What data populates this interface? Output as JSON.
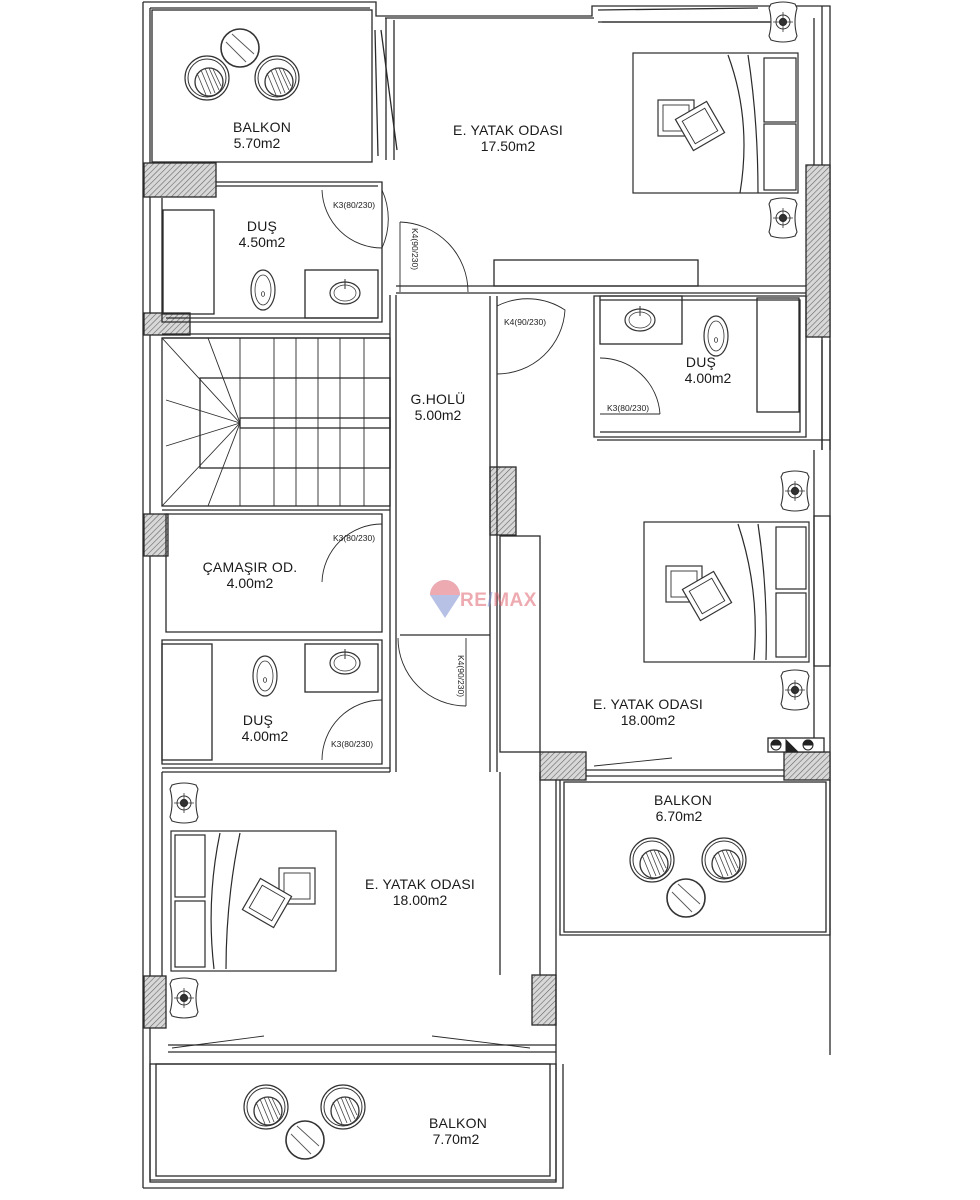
{
  "plan": {
    "type": "floor-plan",
    "line_color": "#2a2a2a",
    "hatch_color": "#555555",
    "background": "#ffffff"
  },
  "rooms": [
    {
      "id": "balkon-top",
      "name": "BALKON",
      "area": "5.70m2"
    },
    {
      "id": "bedroom-top",
      "name": "E. YATAK ODASI",
      "area": "17.50m2"
    },
    {
      "id": "dus-top",
      "name": "DUŞ",
      "area": "4.50m2"
    },
    {
      "id": "dus-right",
      "name": "DUŞ",
      "area": "4.00m2"
    },
    {
      "id": "hall",
      "name": "G.HOLÜ",
      "area": "5.00m2"
    },
    {
      "id": "laundry",
      "name": "ÇAMAŞIR OD.",
      "area": "4.00m2"
    },
    {
      "id": "dus-left",
      "name": "DUŞ",
      "area": "4.00m2"
    },
    {
      "id": "bedroom-right",
      "name": "E. YATAK ODASI",
      "area": "18.00m2"
    },
    {
      "id": "balkon-right",
      "name": "BALKON",
      "area": "6.70m2"
    },
    {
      "id": "bedroom-bottom",
      "name": "E. YATAK ODASI",
      "area": "18.00m2"
    },
    {
      "id": "balkon-bottom",
      "name": "BALKON",
      "area": "7.70m2"
    }
  ],
  "doors": [
    {
      "id": "door-dus-top",
      "label": "K3(80/230)"
    },
    {
      "id": "door-bedroom-top",
      "label": "K4(90/230)"
    },
    {
      "id": "door-bedroom-right",
      "label": "K4(90/230)"
    },
    {
      "id": "door-dus-right",
      "label": "K3(80/230)"
    },
    {
      "id": "door-laundry",
      "label": "K3(80/230)"
    },
    {
      "id": "door-dus-left",
      "label": "K3(80/230)"
    },
    {
      "id": "door-bedroom-bottom",
      "label": "K4(90/230)"
    }
  ],
  "watermark": {
    "text_a": "RE",
    "slash": "/",
    "text_b": "MAX",
    "badge": "RE/MAX",
    "red": "#e06570",
    "blue": "#7d8fd0"
  }
}
